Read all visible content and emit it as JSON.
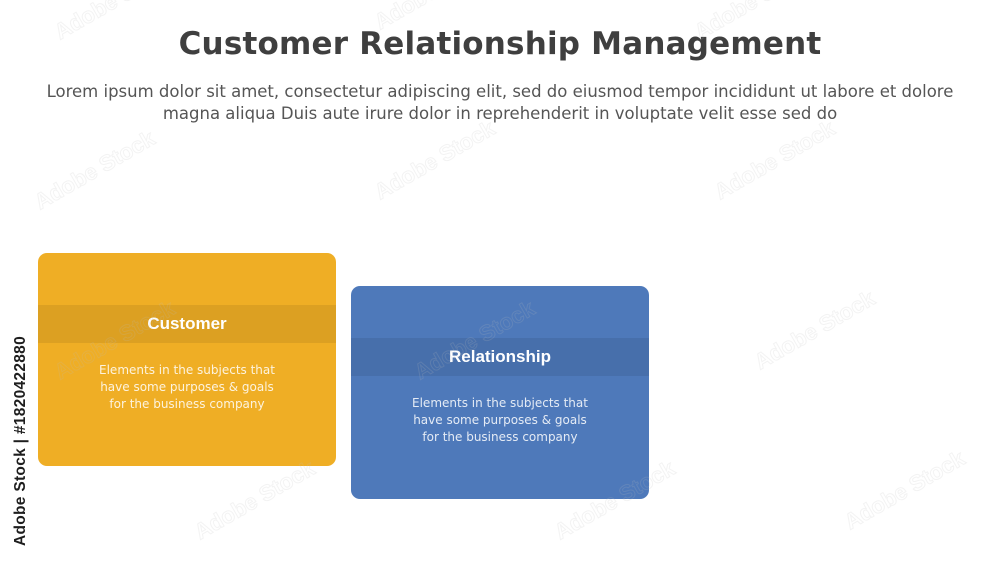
{
  "header": {
    "title": "Customer Relationship Management",
    "subtitle": "Lorem ipsum dolor sit amet, consectetur adipiscing elit, sed do eiusmod tempor incididunt ut labore et dolore magna aliqua Duis aute irure dolor in reprehenderit in voluptate velit esse sed do"
  },
  "cards": [
    {
      "title": "Customer",
      "description": "Elements in the subjects that\nhave  some purposes & goals\nfor the  business company",
      "color": "#EFAE25"
    },
    {
      "title": "Relationship",
      "description": "Elements in the subjects that\nhave  some purposes & goals\nfor the  business company",
      "color": "#4E79BA"
    }
  ],
  "watermark": {
    "side_text": "Adobe Stock | #1820422880",
    "tile_text": "Adobe Stock"
  }
}
